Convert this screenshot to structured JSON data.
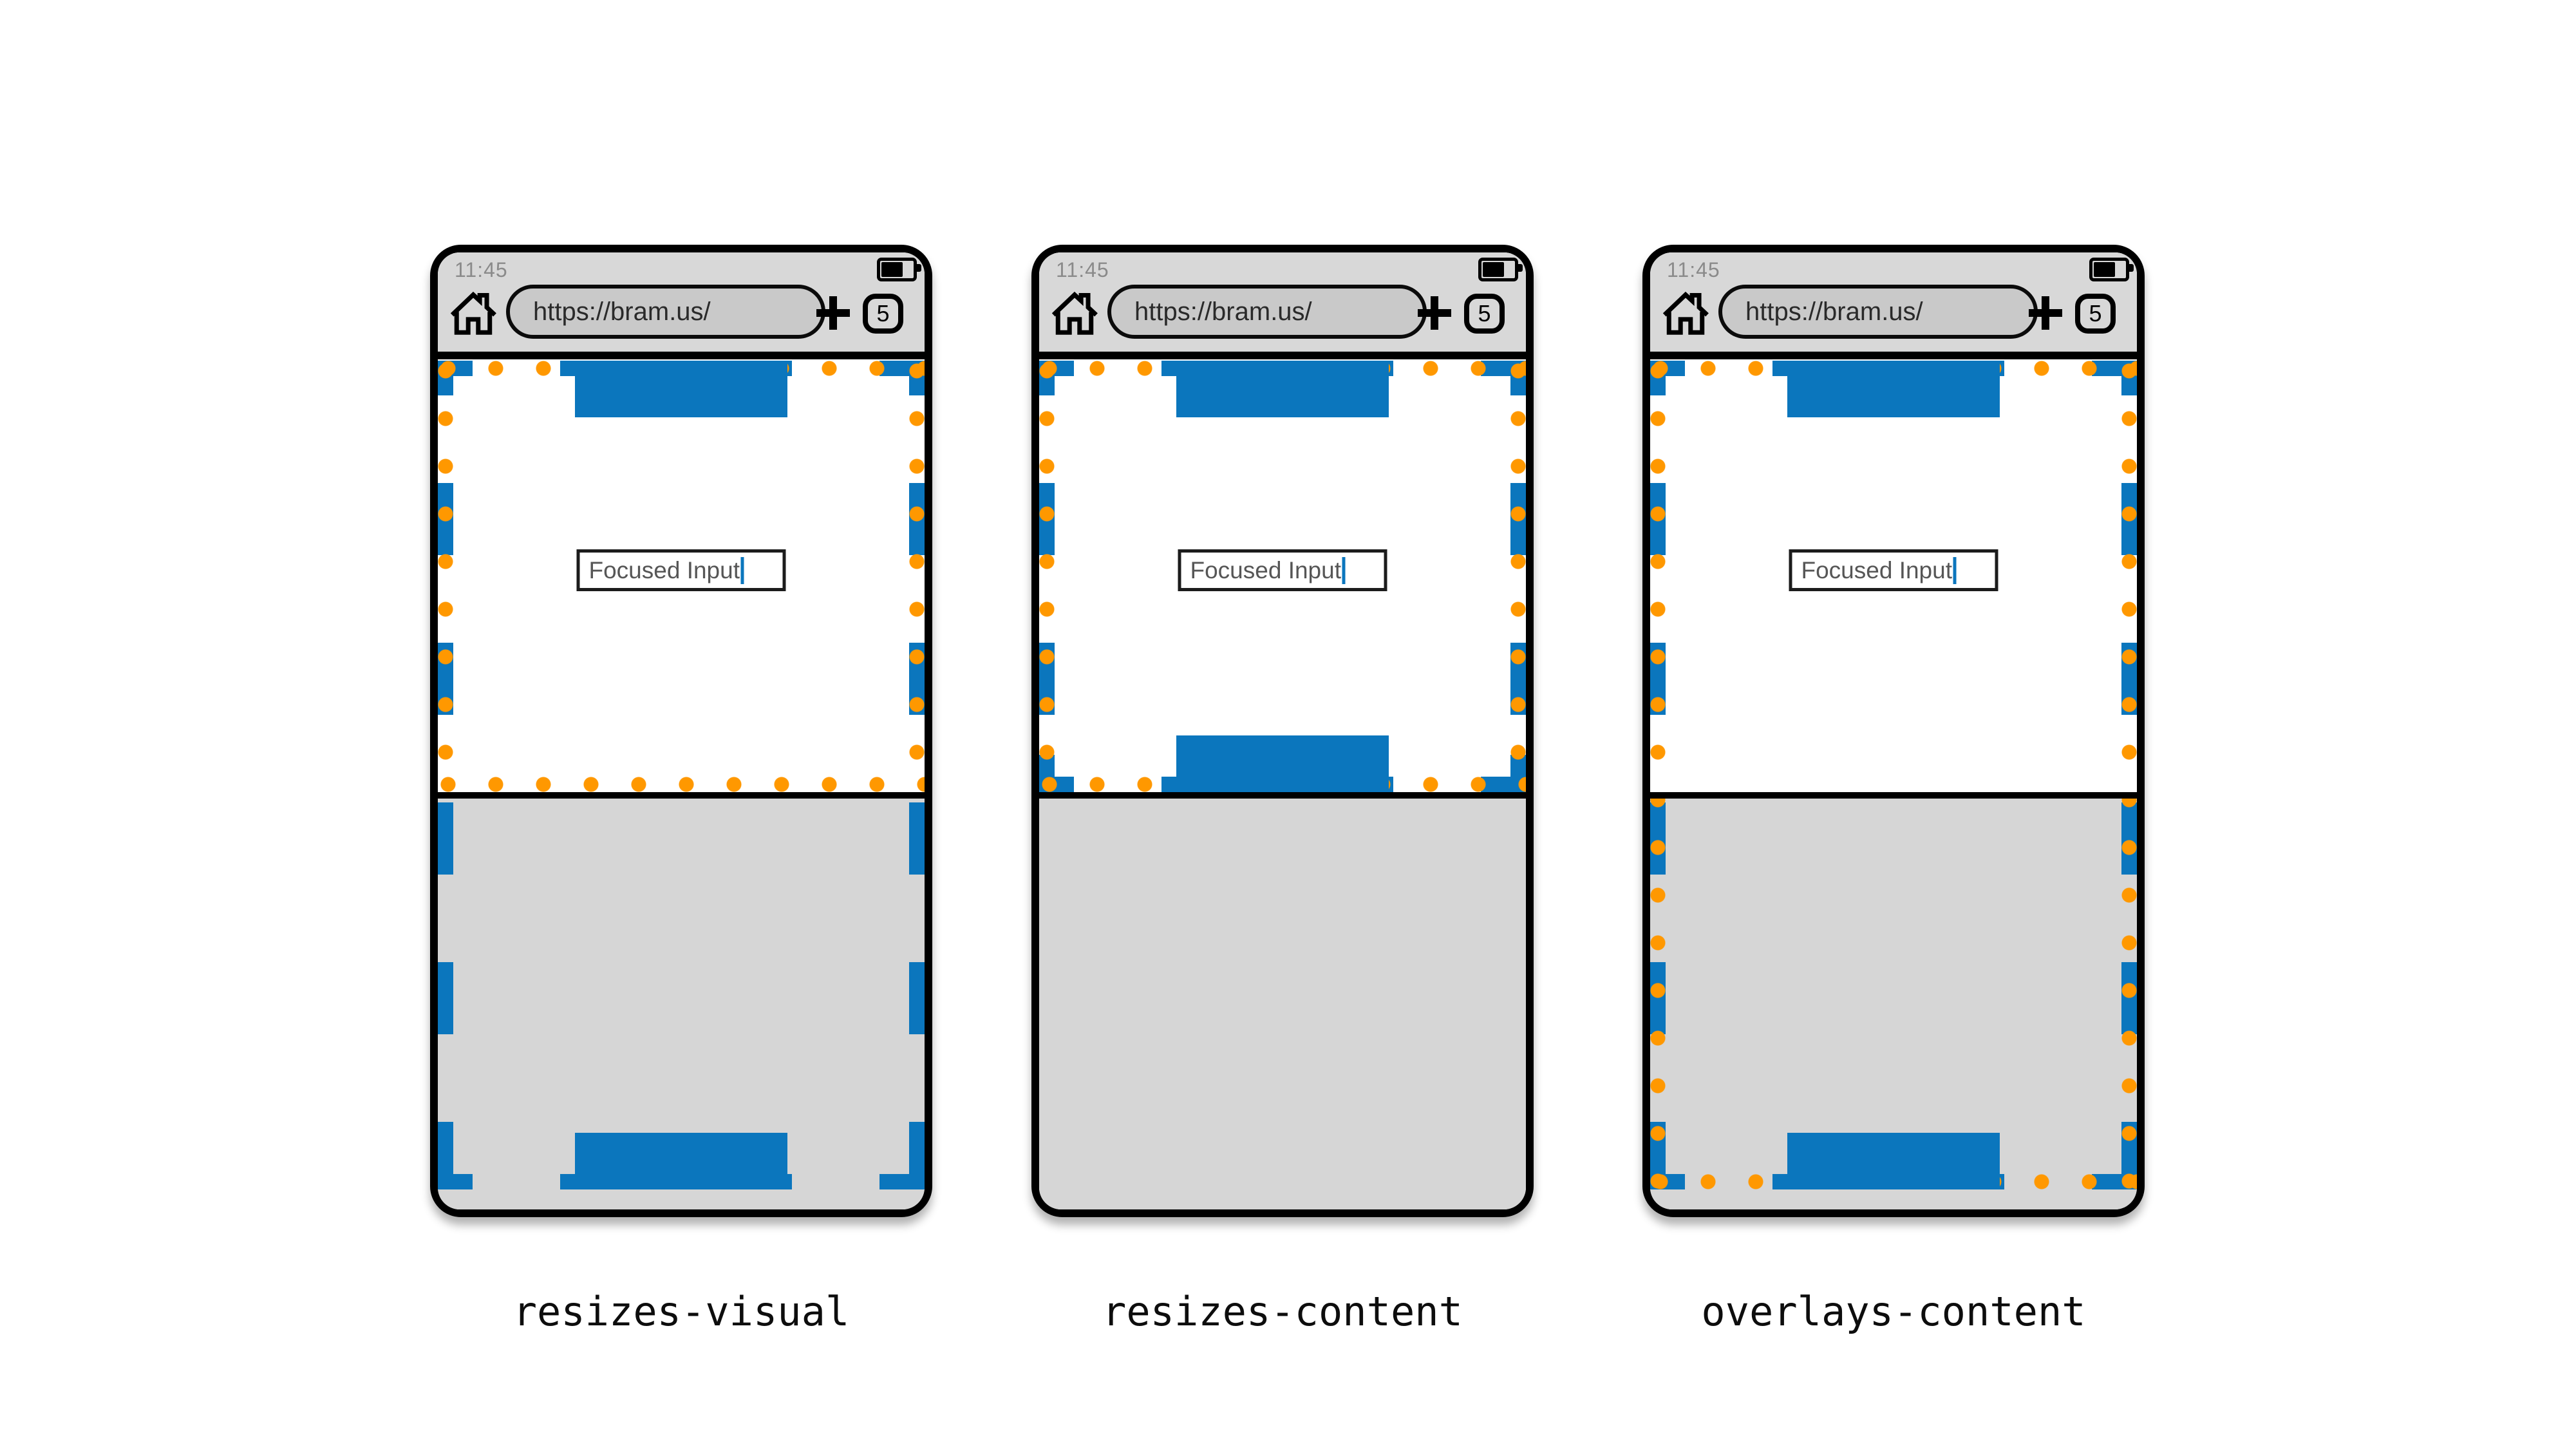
{
  "figure": {
    "description": "Three phone mockups showing virtual keyboard viewport behaviors",
    "captions": [
      "resizes-visual",
      "resizes-content",
      "overlays-content"
    ]
  },
  "colors": {
    "layout_viewport_blue": "#0b76bd",
    "visual_viewport_orange": "#ff9800",
    "chrome_gray": "#d8d8d8",
    "url_pill_gray": "#c9c9c9",
    "keyboard_gray": "#d6d6d6"
  },
  "phones": [
    {
      "mode_label": "resizes-visual",
      "status": {
        "time": "11:45",
        "battery_icon": "battery-icon"
      },
      "browser": {
        "home_icon": "home-icon",
        "url": "https://bram.us/",
        "new_tab_icon": "plus-icon",
        "tab_count": "5"
      },
      "page": {
        "input_value": "Focused Input"
      }
    },
    {
      "mode_label": "resizes-content",
      "status": {
        "time": "11:45",
        "battery_icon": "battery-icon"
      },
      "browser": {
        "home_icon": "home-icon",
        "url": "https://bram.us/",
        "new_tab_icon": "plus-icon",
        "tab_count": "5"
      },
      "page": {
        "input_value": "Focused Input"
      }
    },
    {
      "mode_label": "overlays-content",
      "status": {
        "time": "11:45",
        "battery_icon": "battery-icon"
      },
      "browser": {
        "home_icon": "home-icon",
        "url": "https://bram.us/",
        "new_tab_icon": "plus-icon",
        "tab_count": "5"
      },
      "page": {
        "input_value": "Focused Input"
      }
    }
  ]
}
